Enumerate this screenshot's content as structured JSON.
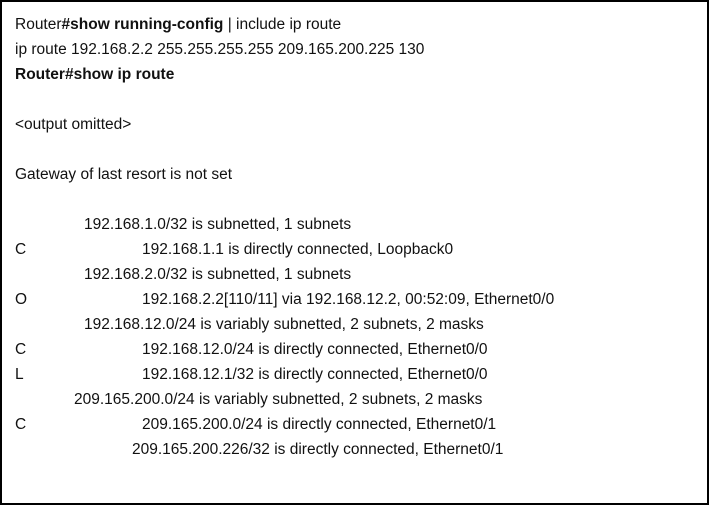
{
  "terminal": {
    "background_color": "#ffffff",
    "text_color": "#111111",
    "border_color": "#000000",
    "commands": [
      {
        "prompt": "Router",
        "command": "#show running-config",
        "suffix": " | include ip route"
      },
      {
        "prompt": "Router",
        "command": "#show ip route",
        "suffix": ""
      }
    ],
    "config_line": "ip route 192.168.2.2 255.255.255.255 209.165.200.225 130",
    "omitted_marker": "<output omitted>",
    "gateway_line": "Gateway of last resort is not set",
    "routes": [
      {
        "code": "",
        "text": "192.168.1.0/32 is subnetted, 1 subnets",
        "kind": "header",
        "indent": "normal"
      },
      {
        "code": "C",
        "text": "192.168.1.1 is directly connected, Loopback0",
        "kind": "entry",
        "indent": "normal"
      },
      {
        "code": "",
        "text": "192.168.2.0/32 is subnetted, 1 subnets",
        "kind": "header",
        "indent": "normal"
      },
      {
        "code": "O",
        "text": "192.168.2.2[110/11] via 192.168.12.2, 00:52:09, Ethernet0/0",
        "kind": "entry",
        "indent": "normal"
      },
      {
        "code": "",
        "text": "192.168.12.0/24 is variably subnetted, 2 subnets, 2 masks",
        "kind": "header",
        "indent": "normal"
      },
      {
        "code": "C",
        "text": "192.168.12.0/24 is directly connected, Ethernet0/0",
        "kind": "entry",
        "indent": "normal"
      },
      {
        "code": "L",
        "text": "192.168.12.1/32 is directly connected, Ethernet0/0",
        "kind": "entry",
        "indent": "normal"
      },
      {
        "code": "",
        "text": "209.165.200.0/24 is variably subnetted, 2 subnets, 2 masks",
        "kind": "header",
        "indent": "wide"
      },
      {
        "code": "C",
        "text": "209.165.200.0/24 is directly connected, Ethernet0/1",
        "kind": "entry",
        "indent": "normal"
      },
      {
        "code": "",
        "text": "209.165.200.226/32 is directly connected, Ethernet0/1",
        "kind": "entry",
        "indent": "wide"
      }
    ]
  }
}
